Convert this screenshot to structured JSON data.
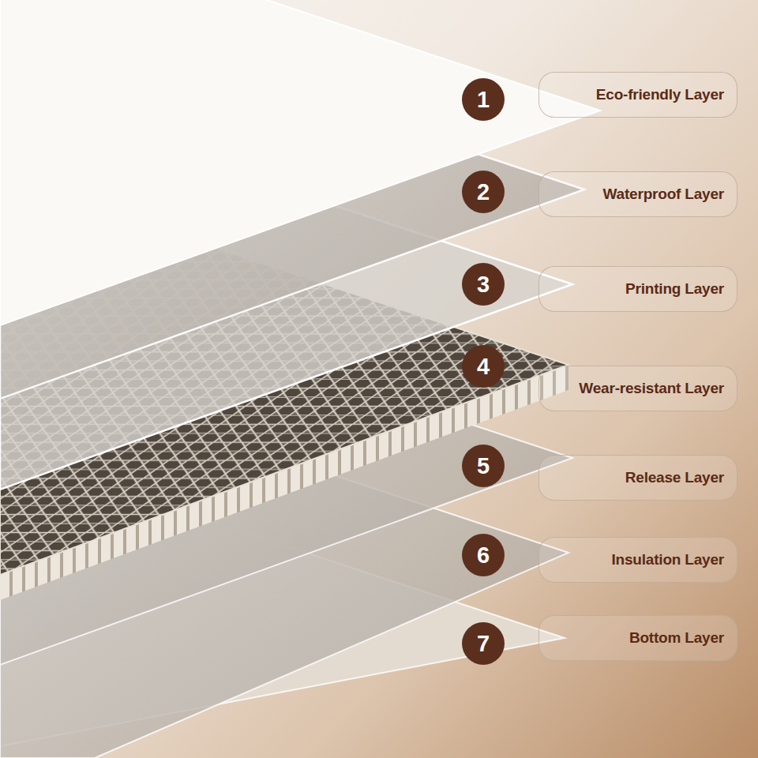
{
  "diagram": {
    "nodes": [
      {
        "text": [
          "1"
        ]
      },
      {
        "text": [
          "Eco-friendly Layer"
        ]
      },
      {
        "text": [
          "2"
        ]
      },
      {
        "text": [
          "Waterproof Layer"
        ]
      },
      {
        "text": [
          "3"
        ]
      },
      {
        "text": [
          "Printing Layer"
        ]
      },
      {
        "text": [
          "4"
        ]
      },
      {
        "text": [
          "Wear-resistant Layer"
        ]
      },
      {
        "text": [
          "5"
        ]
      },
      {
        "text": [
          "Release Layer"
        ]
      },
      {
        "text": [
          "6"
        ]
      },
      {
        "text": [
          "Insulation Layer"
        ]
      },
      {
        "text": [
          "7"
        ]
      },
      {
        "text": [
          "Bottom Layer"
        ]
      }
    ]
  }
}
